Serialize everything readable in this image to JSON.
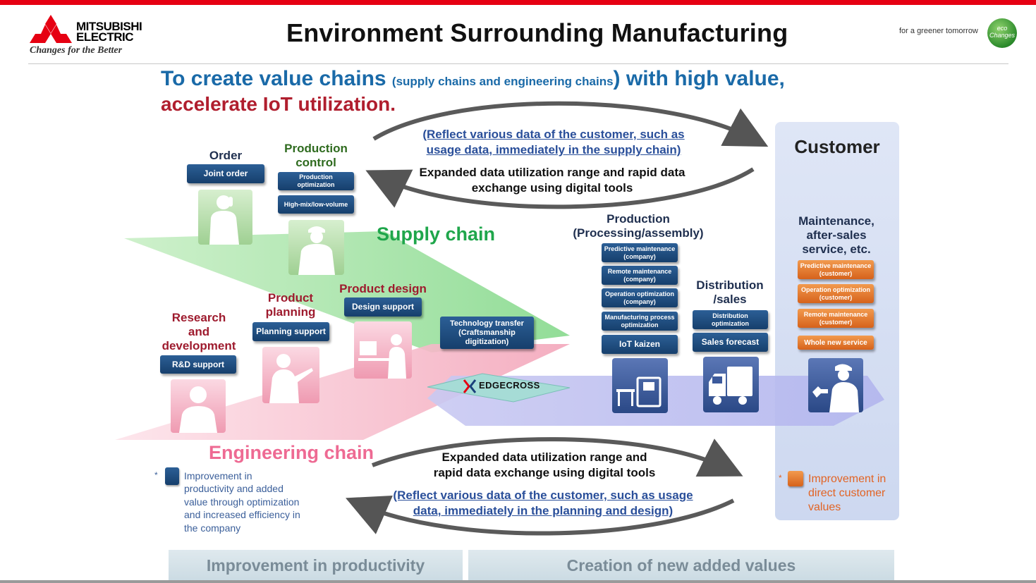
{
  "header": {
    "brand_line1": "MITSUBISHI",
    "brand_line2": "ELECTRIC",
    "tagline": "Changes for the Better",
    "title": "Environment Surrounding Manufacturing",
    "slogan": "for a greener tomorrow",
    "eco_line1": "eco",
    "eco_line2": "Changes"
  },
  "headline": {
    "part1": "To create value chains ",
    "part2": "(supply chains and engineering chains",
    "part3": ") with high value,",
    "line2": "accelerate IoT utilization."
  },
  "top_cycle": {
    "link_line1": "(Reflect various data of the customer, such as",
    "link_line2": "usage data, immediately in the supply chain)",
    "text_line1": "Expanded data utilization range and rapid data",
    "text_line2": "exchange using digital tools"
  },
  "bottom_cycle": {
    "text_line1": "Expanded data utilization range and",
    "text_line2": "rapid data exchange using digital tools",
    "link_line1": "(Reflect various data of the customer, such as usage",
    "link_line2": "data, immediately in the planning and design)"
  },
  "chains": {
    "supply": "Supply chain",
    "engineering": "Engineering chain"
  },
  "stages": {
    "order": {
      "label": "Order",
      "tags": [
        "Joint order"
      ]
    },
    "production_control": {
      "line1": "Production",
      "line2": "control",
      "tags": [
        "Production optimization",
        "High-mix/low-volume"
      ]
    },
    "research": {
      "line1": "Research",
      "line2": "and",
      "line3": "development",
      "tags": [
        "R&D support"
      ]
    },
    "product_planning": {
      "line1": "Product",
      "line2": "planning",
      "tags": [
        "Planning support"
      ]
    },
    "product_design": {
      "label": "Product design",
      "tags": [
        "Design support"
      ]
    },
    "technology_transfer": {
      "line1": "Technology transfer",
      "line2": "(Craftsmanship",
      "line3": "digitization)"
    },
    "production": {
      "line1": "Production",
      "line2": "(Processing/assembly)",
      "tags": [
        "Predictive maintenance (company)",
        "Remote maintenance (company)",
        "Operation optimization (company)",
        "Manufacturing process optimization",
        "IoT kaizen"
      ]
    },
    "distribution": {
      "line1": "Distribution",
      "line2": "/sales",
      "tags": [
        "Distribution optimization",
        "Sales forecast"
      ]
    },
    "maintenance": {
      "line1": "Maintenance,",
      "line2": "after-sales",
      "line3": "service, etc.",
      "tags": [
        "Predictive maintenance (customer)",
        "Operation optimization (customer)",
        "Remote maintenance (customer)",
        "Whole new service"
      ]
    }
  },
  "customer": {
    "title": "Customer"
  },
  "edgecross": "EDGECROSS",
  "notes": {
    "left_star": "*",
    "left": "Improvement in productivity and added value through optimization and increased efficiency in the company",
    "right_star": "*",
    "right": "Improvement in direct customer values"
  },
  "bottom_bars": {
    "left": "Improvement in productivity",
    "right": "Creation of new added values"
  },
  "colors": {
    "brand_red": "#e60012",
    "headline_blue": "#1a6aa8",
    "headline_red": "#b01e2e",
    "supply_green": "#1fa64b",
    "engineering_pink": "#ee6a93",
    "tag_navy": "#1e4a7c",
    "tag_orange": "#e2722a"
  }
}
